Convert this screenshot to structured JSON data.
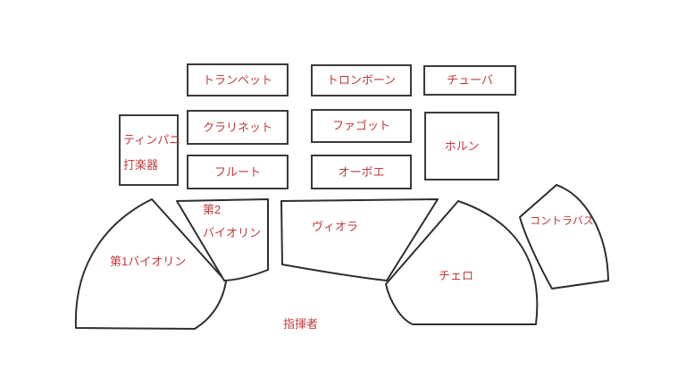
{
  "diagram_type": "orchestra-seating-chart",
  "colors": {
    "label_text": "#c23a3c",
    "outline": "#3a3a3a",
    "background": "#ffffff"
  },
  "winds": {
    "trumpet": "トランペット",
    "trombone": "トロンボーン",
    "tuba": "チューバ",
    "clarinet": "クラリネット",
    "bassoon": "ファゴット",
    "horn": "ホルン",
    "flute": "フルート",
    "oboe": "オーボエ"
  },
  "percussion": {
    "timpani": "ティンパニ",
    "perc": "打楽器"
  },
  "strings": {
    "first_violin": "第1バイオリン",
    "second_violin_line1": "第2",
    "second_violin_line2": "バイオリン",
    "viola": "ヴィオラ",
    "cello": "チェロ",
    "contrabass": "コントラバス"
  },
  "conductor": {
    "label": "指揮者"
  }
}
